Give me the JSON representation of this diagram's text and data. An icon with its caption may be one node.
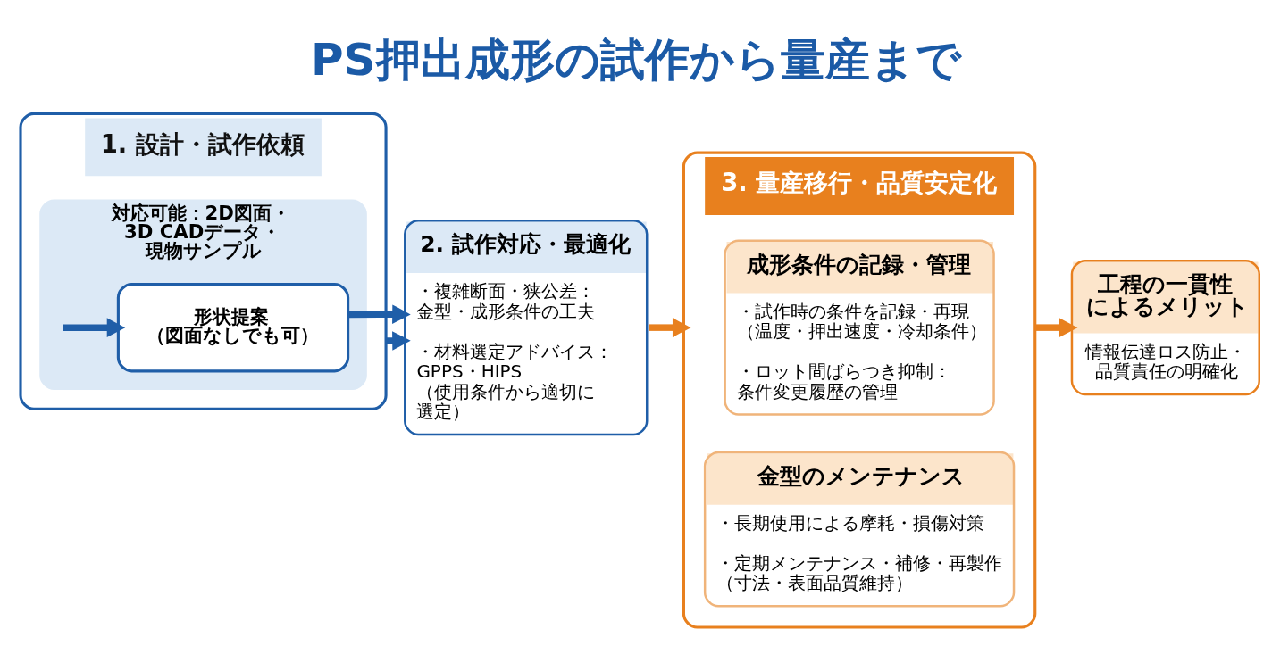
{
  "diagram": {
    "title": "PS押出成形の試作から量産まで",
    "nodes": [
      {
        "text": [
          "1. 設計・試作依頼"
        ]
      },
      {
        "text": [
          "対応可能：2D図面・3D CADデータ・現物サンプル"
        ],
        "in": 0
      },
      {
        "text": [
          "形状提案（図面なしでも可）"
        ],
        "in": 1
      },
      {
        "text": [
          "2. 試作対応・最適化",
          "・複雑断面・狭公差：金型・成形条件の工夫",
          "・材料選定アドバイス：GPPS・HIPS（使用条件から適切に選定）"
        ]
      },
      {
        "text": [
          "3. 量産移行・品質安定化"
        ]
      },
      {
        "text": [
          "成形条件の記録・管理",
          "・試作時の条件を記録・再現（温度・押出速度・冷却条件）",
          "・ロット間ばらつき抑制：条件変更履歴の管理"
        ],
        "in": 4
      },
      {
        "text": [
          "金型のメンテナンス",
          "・長期使用による摩耗・損傷対策",
          "・定期メンテナンス・補修・再製作（寸法・表面品質維持）"
        ],
        "in": 4
      },
      {
        "text": [
          "工程の一貫性によるメリット",
          "情報伝達ロス防止・品質責任の明確化"
        ]
      }
    ],
    "edges": [
      {
        "from": 0,
        "to": 3,
        "arrow": "to"
      },
      {
        "from": null,
        "to": 2,
        "arrow": "to"
      },
      {
        "from": 2,
        "to": 3,
        "arrow": "to"
      },
      {
        "from": 3,
        "to": 4,
        "arrow": "to",
        "color": "#e8801e"
      },
      {
        "from": 4,
        "to": 7,
        "arrow": "to",
        "color": "#e8801e"
      }
    ]
  }
}
